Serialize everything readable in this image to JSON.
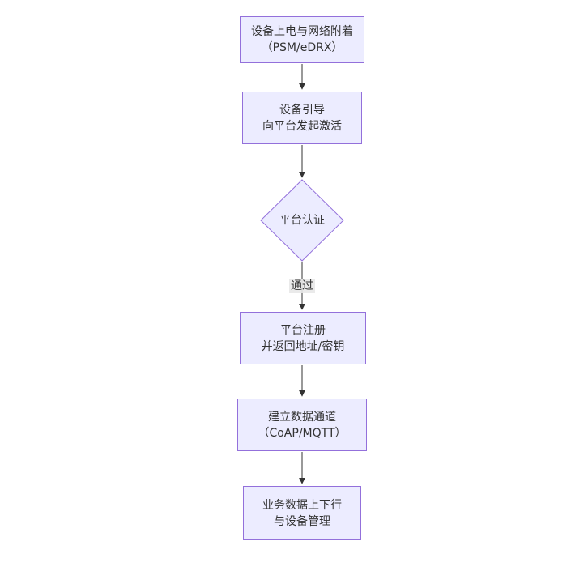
{
  "diagram": {
    "title_hint": "NB-IoT device activation flowchart",
    "nodes": [
      {
        "id": "device-power-attach",
        "type": "process",
        "line1": "设备上电与网络附着",
        "line2": "（PSM/eDRX）"
      },
      {
        "id": "device-bootstrap",
        "type": "process",
        "line1": "设备引导",
        "line2": "向平台发起激活"
      },
      {
        "id": "platform-auth",
        "type": "decision",
        "label": "平台认证"
      },
      {
        "id": "platform-register",
        "type": "process",
        "line1": "平台注册",
        "line2": "并返回地址/密钥"
      },
      {
        "id": "data-channel",
        "type": "process",
        "line1": "建立数据通道",
        "line2": "（CoAP/MQTT）"
      },
      {
        "id": "business-data",
        "type": "process",
        "line1": "业务数据上下行",
        "line2": "与设备管理"
      }
    ],
    "edges": [
      {
        "from": "device-power-attach",
        "to": "device-bootstrap",
        "label": ""
      },
      {
        "from": "device-bootstrap",
        "to": "platform-auth",
        "label": ""
      },
      {
        "from": "platform-auth",
        "to": "platform-register",
        "label": "通过"
      },
      {
        "from": "platform-register",
        "to": "data-channel",
        "label": ""
      },
      {
        "from": "data-channel",
        "to": "business-data",
        "label": ""
      }
    ],
    "edge_label_pass": "通过",
    "colors": {
      "node_fill": "#ECECFF",
      "node_border": "#9370DB",
      "arrow": "#333333",
      "text": "#333333",
      "edge_label_bg": "#E8E8E8",
      "background": "#FFFFFF"
    }
  }
}
